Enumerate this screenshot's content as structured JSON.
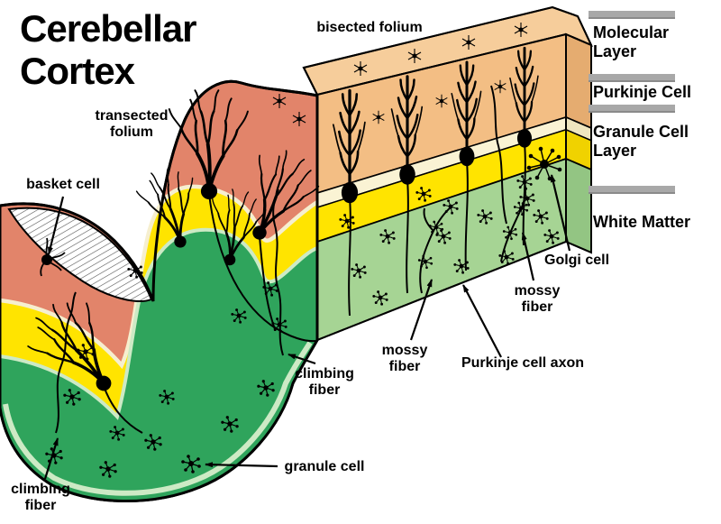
{
  "title": "Cerebellar\nCortex",
  "figure_labels": {
    "bisected_folium": "bisected folium",
    "transected_folium": "transected\nfolium",
    "basket_cell": "basket cell",
    "climbing_fiber_left": "climbing\nfiber",
    "climbing_fiber_mid": "climbing\nfiber",
    "granule_cell": "granule cell",
    "mossy_fiber_left": "mossy\nfiber",
    "mossy_fiber_right": "mossy\nfiber",
    "purkinje_cell_axon": "Purkinje cell axon",
    "golgi_cell": "Golgi cell"
  },
  "layer_legend": {
    "items": [
      {
        "id": "molecular-layer",
        "label": "Molecular\nLayer"
      },
      {
        "id": "purkinje-cell",
        "label": "Purkinje Cell"
      },
      {
        "id": "granule-cell-layer",
        "label": "Granule Cell\nLayer"
      },
      {
        "id": "white-matter",
        "label": "White Matter"
      }
    ]
  },
  "colors": {
    "molecular_layer_surface": "#E2846A",
    "block_top_tan": "#F6CD9B",
    "block_molecular_tan": "#F3BE84",
    "purkinje_strip_cream": "#FAF3D4",
    "granule_layer_yellow": "#FFE400",
    "granule_layer_light_green": "#A6D494",
    "white_matter_green": "#2FA45C",
    "legend_divider_gray": "#A8A8A8",
    "ink": "#000000"
  }
}
